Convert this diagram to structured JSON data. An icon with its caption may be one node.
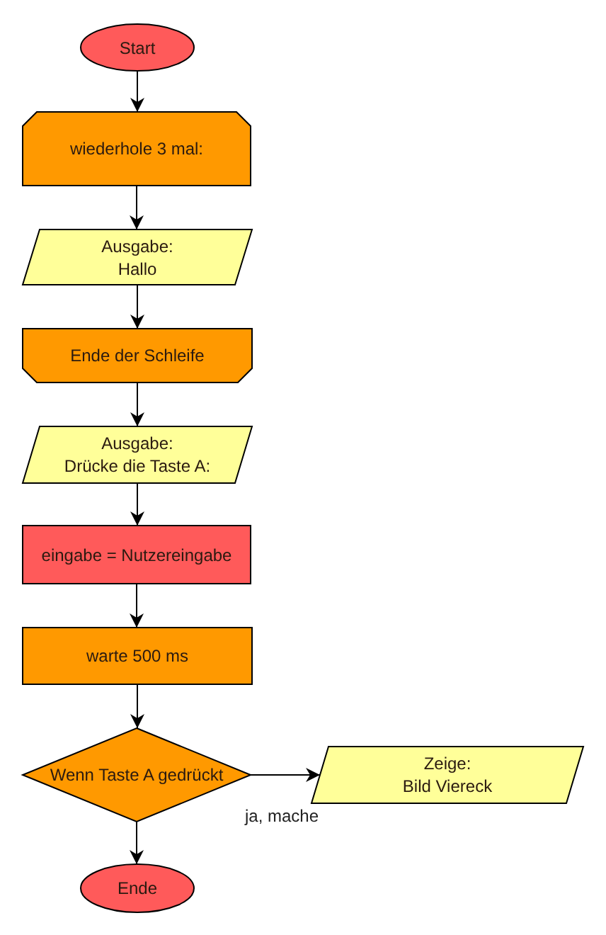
{
  "diagram": {
    "nodes": [
      {
        "text": [
          "Start"
        ]
      },
      {
        "text": [
          "wiederhole 3 mal:"
        ]
      },
      {
        "text": [
          "Ausgabe: Hallo"
        ]
      },
      {
        "text": [
          "Ende der Schleife"
        ]
      },
      {
        "text": [
          "Ausgabe: Drücke die Taste A:"
        ]
      },
      {
        "text": [
          "eingabe = Nutzereingabe"
        ]
      },
      {
        "text": [
          "warte 500 ms"
        ]
      },
      {
        "text": [
          "Wenn Taste A gedrückt"
        ]
      },
      {
        "text": [
          "Zeige: Bild Viereck"
        ]
      },
      {
        "text": [
          "Ende"
        ]
      }
    ],
    "edges": [
      {
        "from": 0,
        "to": 1,
        "arrow": "to"
      },
      {
        "from": 1,
        "to": 2,
        "arrow": "to"
      },
      {
        "from": 2,
        "to": 3,
        "arrow": "to"
      },
      {
        "from": 3,
        "to": 4,
        "arrow": "to"
      },
      {
        "from": 4,
        "to": 5,
        "arrow": "to"
      },
      {
        "from": 5,
        "to": 6,
        "arrow": "to"
      },
      {
        "from": 6,
        "to": 7,
        "arrow": "to"
      },
      {
        "from": 7,
        "to": 8,
        "arrow": "to",
        "label": "ja, mache"
      },
      {
        "from": 7,
        "to": 9,
        "arrow": "to"
      }
    ]
  }
}
